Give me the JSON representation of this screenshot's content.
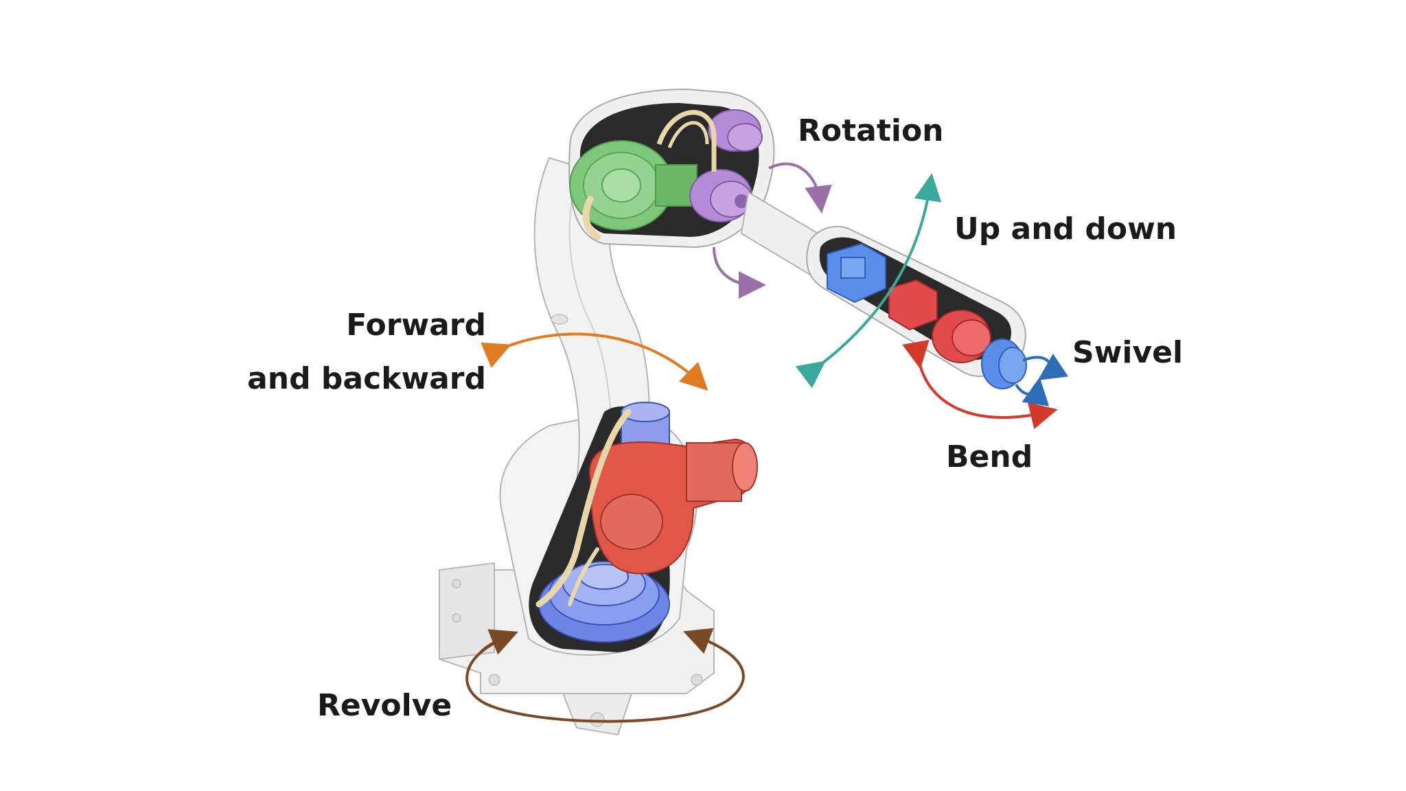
{
  "labels": {
    "rotation": "Rotation",
    "up_and_down": "Up and down",
    "forward_line1": "Forward",
    "forward_line2": "and backward",
    "swivel": "Swivel",
    "bend": "Bend",
    "revolve": "Revolve"
  },
  "colors": {
    "rotation_arrow": "#9b6fa8",
    "up_down_arrow": "#3aa89a",
    "forward_arrow": "#e07b20",
    "swivel_arrow": "#2c6fb8",
    "bend_arrow": "#d33a2c",
    "revolve_arrow": "#7a4a26",
    "arm_body": "#eeeeee",
    "motor_green": "#7fc77a",
    "motor_purple": "#b58ad6",
    "motor_blue": "#5b8ee8",
    "motor_red": "#e24b4b",
    "base_motor_red": "#e0574a",
    "base_blue": "#6f86e8"
  }
}
